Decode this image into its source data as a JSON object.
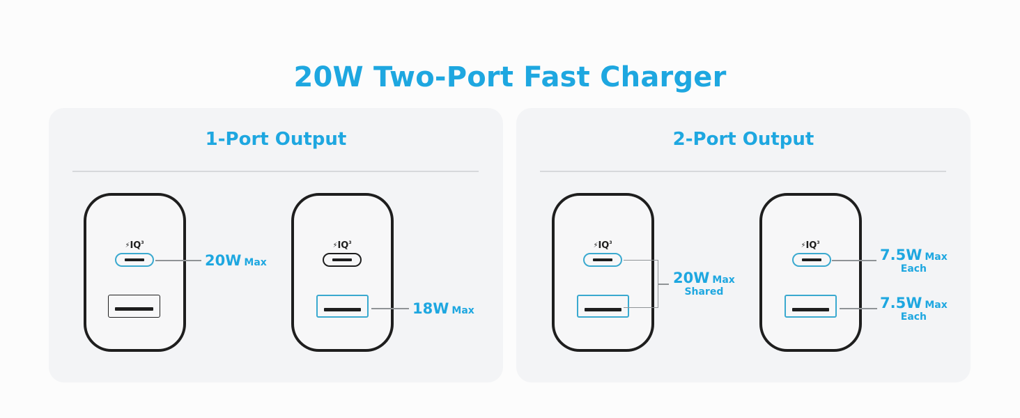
{
  "title": "20W Two-Port Fast Charger",
  "colors": {
    "accent": "#1ea7e0",
    "port_highlight": "#3aa9cf",
    "outline": "#1e1e1e",
    "panel_bg": "#f3f4f6",
    "page_bg": "#fcfcfc",
    "leader_line": "#8f9396"
  },
  "panels": [
    {
      "heading": "1-Port Output",
      "chargers": [
        {
          "logo": {
            "icon": "lightning-bolt-icon",
            "text": "IQ",
            "superscript": "3"
          },
          "active_ports": [
            "usb-c"
          ],
          "spec": {
            "watt": "20W",
            "unit": "Max"
          }
        },
        {
          "logo": {
            "icon": "lightning-bolt-icon",
            "text": "IQ",
            "superscript": "3"
          },
          "active_ports": [
            "usb-a"
          ],
          "spec": {
            "watt": "18W",
            "unit": "Max"
          }
        }
      ]
    },
    {
      "heading": "2-Port Output",
      "chargers": [
        {
          "logo": {
            "icon": "lightning-bolt-icon",
            "text": "IQ",
            "superscript": "3"
          },
          "active_ports": [
            "usb-c",
            "usb-a"
          ],
          "spec": {
            "watt": "20W",
            "unit": "Max",
            "sub": "Shared"
          }
        },
        {
          "logo": {
            "icon": "lightning-bolt-icon",
            "text": "IQ",
            "superscript": "3"
          },
          "active_ports": [
            "usb-c",
            "usb-a"
          ],
          "specs": [
            {
              "watt": "7.5W",
              "unit": "Max",
              "sub": "Each"
            },
            {
              "watt": "7.5W",
              "unit": "Max",
              "sub": "Each"
            }
          ]
        }
      ]
    }
  ]
}
